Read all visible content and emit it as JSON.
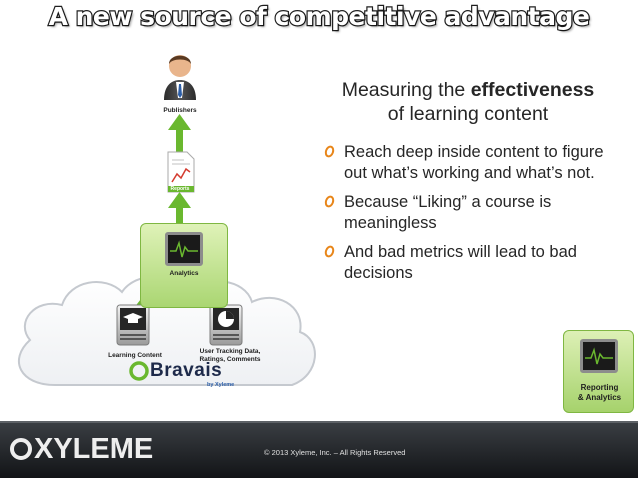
{
  "slide": {
    "title": "A new source of competitive advantage",
    "subtitle": {
      "part1": "Measuring the ",
      "emphasis": "effectiveness",
      "part2": "of learning content"
    },
    "bullets": [
      "Reach deep inside content to figure out what’s working and what’s not.",
      "Because “Liking” a course is meaningless",
      "And bad metrics will lead to bad decisions"
    ]
  },
  "diagram": {
    "publishers": "Publishers",
    "reports_doc": "Reports",
    "analytics": "Analytics",
    "learning_content": "Learning Content",
    "tracking_line1": "User Tracking Data,",
    "tracking_line2": "Ratings, Comments",
    "brand": "Bravais",
    "brand_sub": "by Xyleme"
  },
  "corner": {
    "line1": "Reporting",
    "line2": "& Analytics"
  },
  "footer": {
    "logo": "XYLEME",
    "copyright": "© 2013 Xyleme, Inc. – All Rights Reserved"
  },
  "colors": {
    "accent_green": "#6ab82f",
    "title_outline": "#1f1f1f",
    "footer_dark": "#1c1f22",
    "bullet_orange": "#e8861a"
  },
  "icons": {
    "publisher": "person-icon",
    "reports": "document-chart-icon",
    "analytics": "monitor-icon",
    "learning": "server-graduation-icon",
    "tracking": "server-pie-icon",
    "bullet": "bullet-icon"
  }
}
